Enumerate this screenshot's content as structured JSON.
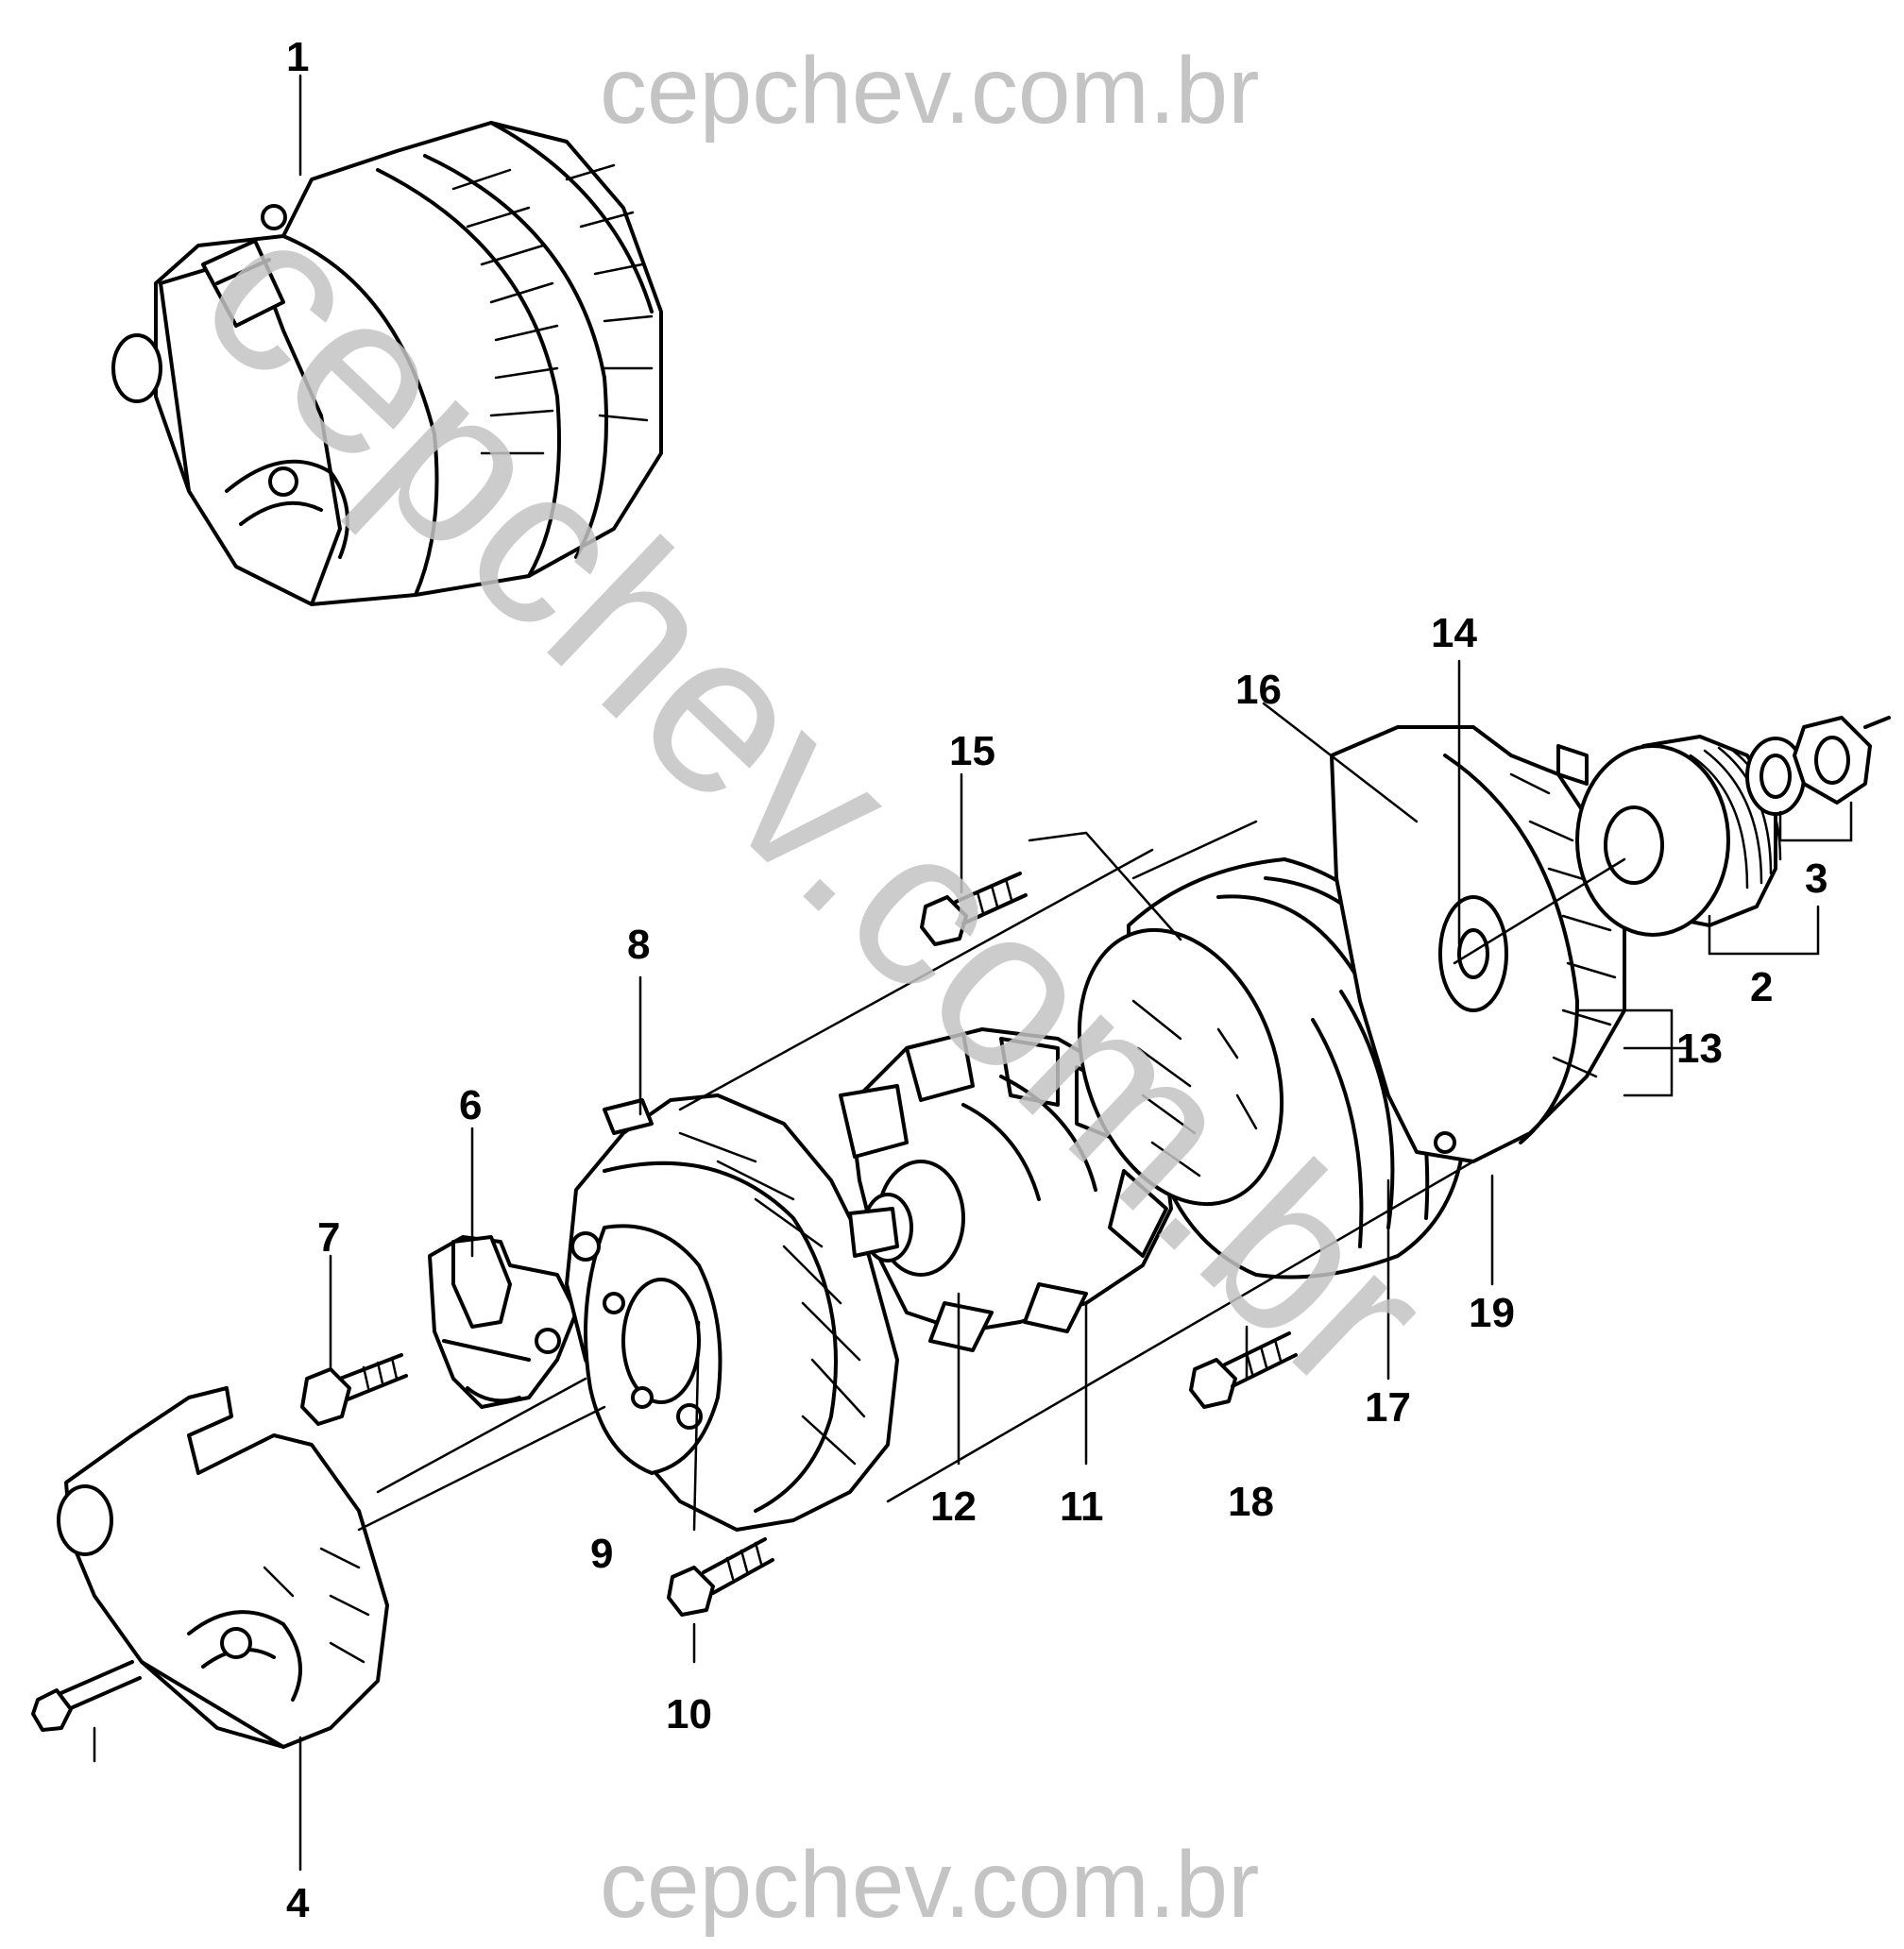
{
  "watermark": {
    "top": "cepchev.com.br",
    "bottom": "cepchev.com.br",
    "diagonal": "cepchev.com.br",
    "color": "#c4c4c4"
  },
  "callouts": [
    "1",
    "2",
    "3",
    "4",
    "6",
    "7",
    "8",
    "9",
    "10",
    "11",
    "12",
    "13",
    "14",
    "15",
    "16",
    "17",
    "18",
    "19"
  ]
}
